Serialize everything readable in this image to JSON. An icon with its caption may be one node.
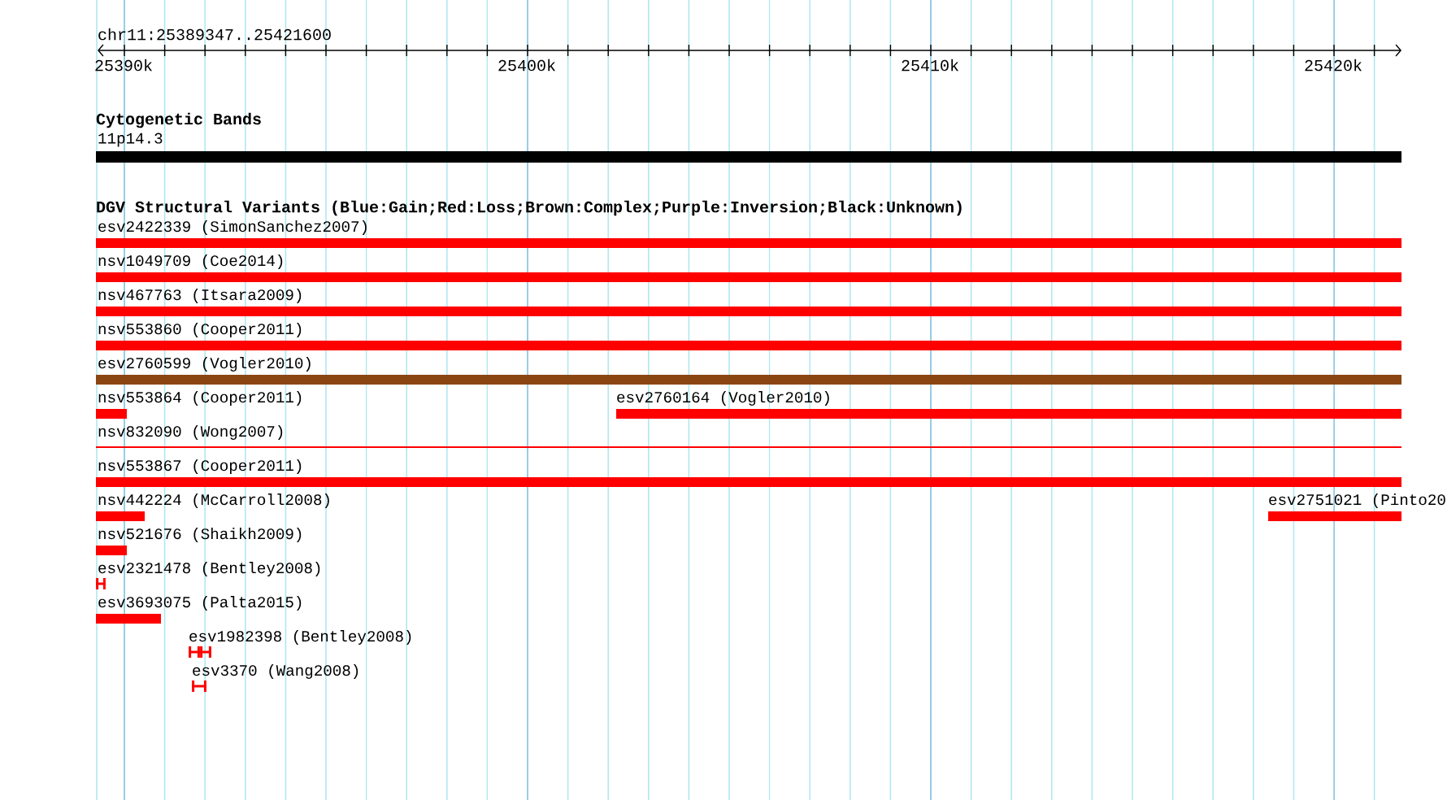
{
  "diagram": {
    "nodes": [
      {
        "text": [
          "11p14.3"
        ]
      },
      {
        "text": [
          "esv2422339 (SimonSanchez2007)"
        ]
      },
      {
        "text": [
          "nsv1049709 (Coe2014)"
        ]
      },
      {
        "text": [
          "nsv467763 (Itsara2009)"
        ]
      },
      {
        "text": [
          "nsv553860 (Cooper2011)"
        ]
      },
      {
        "text": [
          "esv2760599 (Vogler2010)"
        ]
      },
      {
        "text": [
          "nsv553864 (Cooper2011)"
        ]
      },
      {
        "text": [
          "esv2760164 (Vogler2010)"
        ]
      },
      {
        "text": [
          "nsv832090 (Wong2007)"
        ]
      },
      {
        "text": [
          "nsv553867 (Cooper2011)"
        ]
      },
      {
        "text": [
          "nsv442224 (McCarroll2008)"
        ]
      },
      {
        "text": [
          "esv2751021 (Pinto20"
        ]
      },
      {
        "text": [
          "nsv521676 (Shaikh2009)"
        ]
      },
      {
        "text": [
          "esv2321478 (Bentley2008)"
        ]
      },
      {
        "text": [
          "esv3693075 (Palta2015)"
        ]
      },
      {
        "text": [
          "esv1982398 (Bentley2008)"
        ]
      },
      {
        "text": [
          "esv3370 (Wang2008)"
        ]
      }
    ],
    "labels": [
      "chr11:25389347..25421600",
      "25390k",
      "25400k",
      "25410k",
      "25420k",
      "Cytogenetic Bands",
      "DGV Structural Variants (Blue:Gain;Red:Loss;Brown:Complex;Purple:Inversion;Black:Unknown)"
    ]
  }
}
